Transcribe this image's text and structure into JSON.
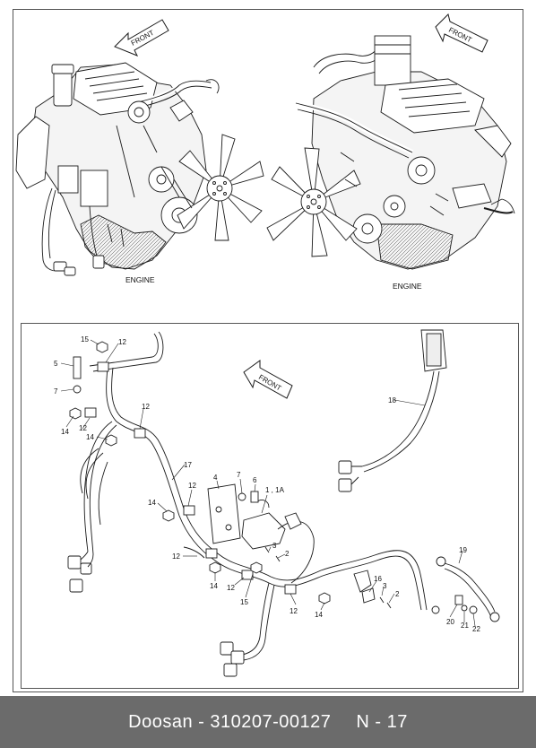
{
  "engine_views": [
    {
      "label": "ENGINE",
      "arrow_label": "FRONT"
    },
    {
      "label": "ENGINE",
      "arrow_label": "FRONT"
    }
  ],
  "harness_panel": {
    "arrow_label": "FRONT",
    "callouts": [
      "15",
      "12",
      "5",
      "7",
      "14",
      "12",
      "14",
      "12",
      "17",
      "14",
      "12",
      "4",
      "7",
      "6",
      "1 , 1A",
      "3",
      "2",
      "12",
      "14",
      "12",
      "15",
      "12",
      "14",
      "16",
      "3",
      "2",
      "18",
      "19",
      "20",
      "21",
      "22"
    ]
  },
  "footer": {
    "brand": "Doosan",
    "dash": "-",
    "part_number": "310207-00127",
    "page": "N - 17"
  },
  "colors": {
    "footer_bg": "#6b6b6b",
    "footer_text": "#ffffff",
    "line": "#1a1a1a"
  }
}
